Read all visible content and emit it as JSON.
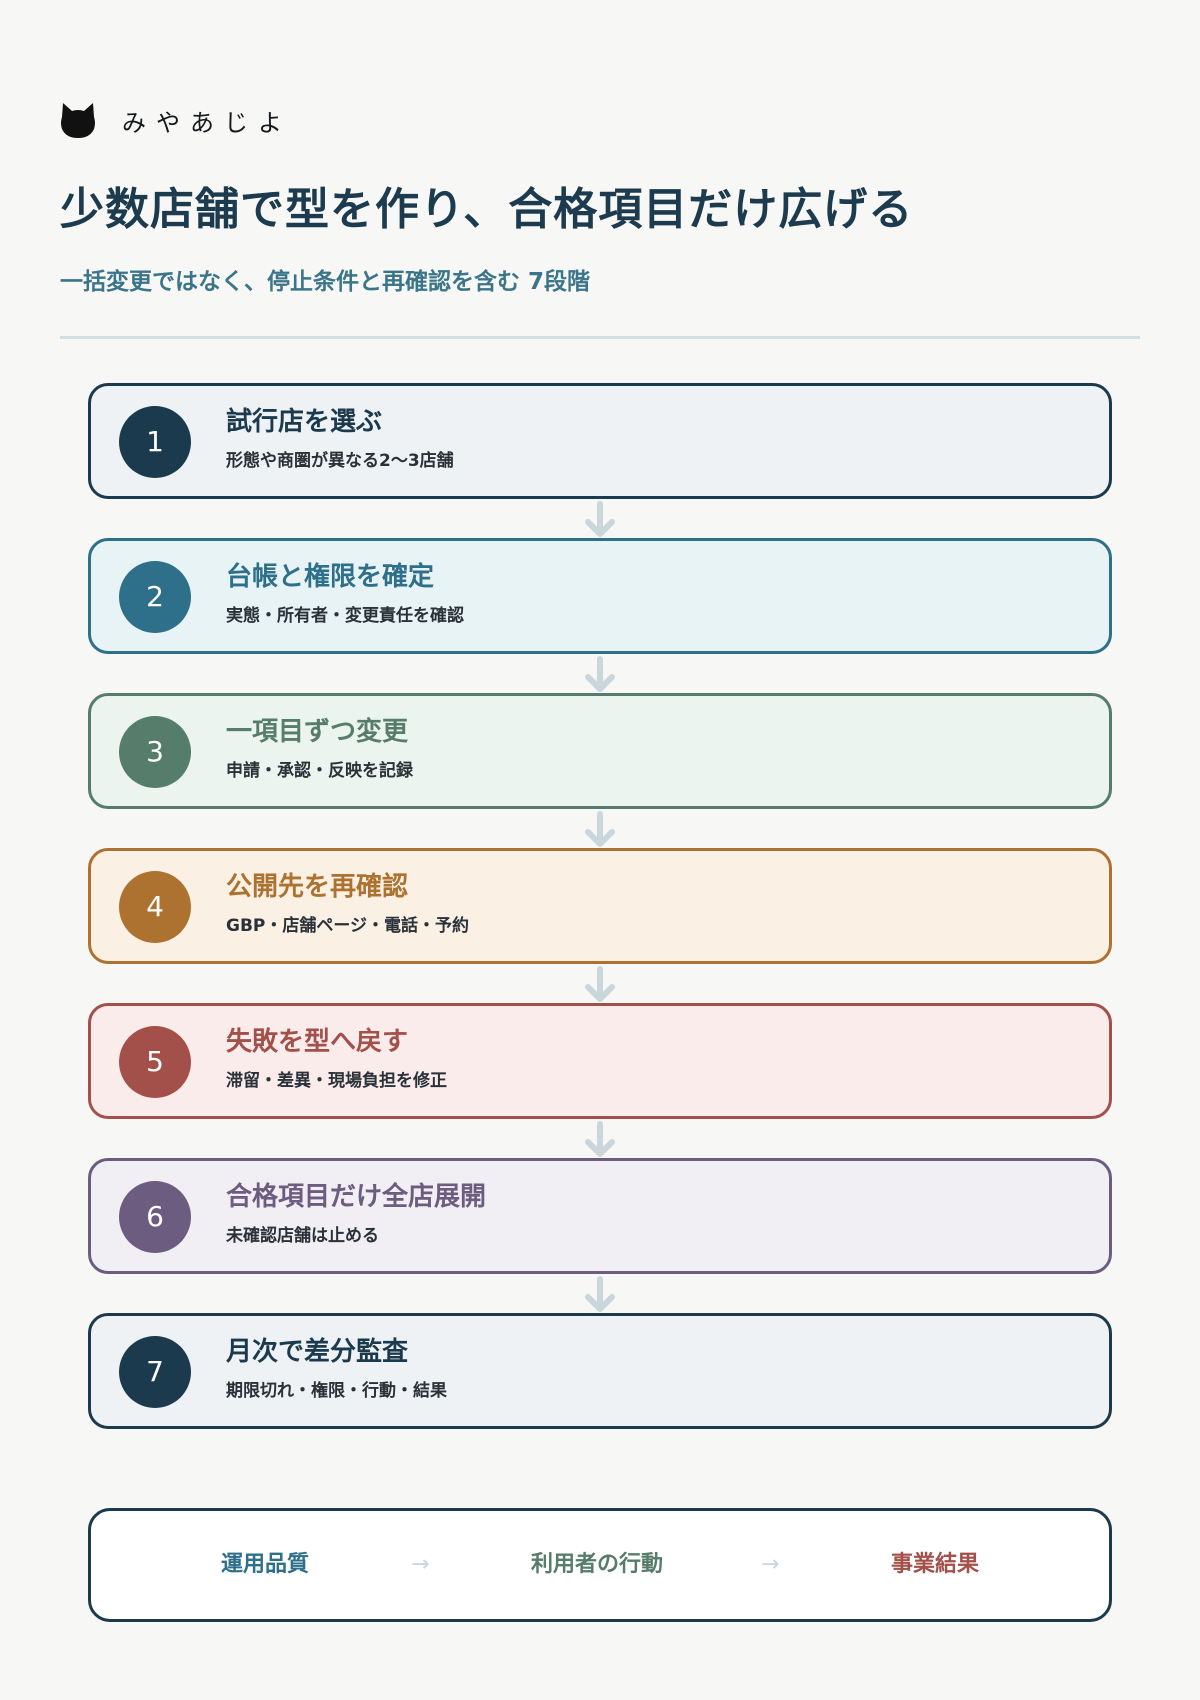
{
  "brand": {
    "name": "みやあじよ",
    "logo_icon": "cat-head-icon"
  },
  "header": {
    "title": "少数店舗で型を作り、合格項目だけ広げる",
    "subtitle": "一括変更ではなく、停止条件と再確認を含む 7段階"
  },
  "steps": [
    {
      "number": "1",
      "title": "試行店を選ぶ",
      "description": "形態や商圏が異なる2〜3店舗",
      "accent_color": "#1b3a4d",
      "background_color": "#eef2f5"
    },
    {
      "number": "2",
      "title": "台帳と権限を確定",
      "description": "実態・所有者・変更責任を確認",
      "accent_color": "#2e6f8a",
      "background_color": "#e8f3f6"
    },
    {
      "number": "3",
      "title": "一項目ずつ変更",
      "description": "申請・承認・反映を記録",
      "accent_color": "#567c6b",
      "background_color": "#ecf4ef"
    },
    {
      "number": "4",
      "title": "公開先を再確認",
      "description": "GBP・店舗ページ・電話・予約",
      "accent_color": "#ad722f",
      "background_color": "#fbf0e4"
    },
    {
      "number": "5",
      "title": "失敗を型へ戻す",
      "description": "滞留・差異・現場負担を修正",
      "accent_color": "#a4504a",
      "background_color": "#f9ecea"
    },
    {
      "number": "6",
      "title": "合格項目だけ全店展開",
      "description": "未確認店舗は止める",
      "accent_color": "#6c5c80",
      "background_color": "#f1eef4"
    },
    {
      "number": "7",
      "title": "月次で差分監査",
      "description": "期限切れ・権限・行動・結果",
      "accent_color": "#1b3a4d",
      "background_color": "#eef2f5"
    }
  ],
  "connector_icon": "arrow-down-icon",
  "outcome": {
    "items": [
      "運用品質",
      "利用者の行動",
      "事業結果"
    ],
    "colors": [
      "#2e6f8a",
      "#567c6b",
      "#a4504a"
    ],
    "arrow_icon": "arrow-right-icon"
  }
}
